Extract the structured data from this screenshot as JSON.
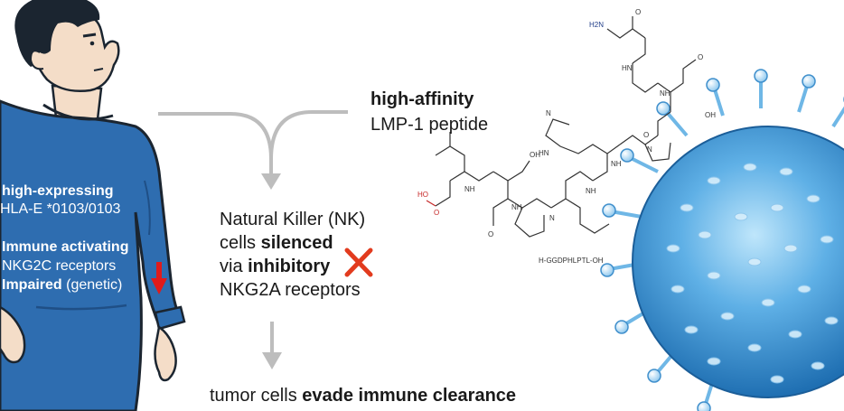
{
  "person": {
    "line1_bold": "high-expressing",
    "line2": "HLA-E *0103/0103",
    "line3_bold": "Immune activating",
    "line4": "NKG2C receptors",
    "line5_bold": "Impaired",
    "line5_rest": " (genetic)"
  },
  "peptide": {
    "bold": "high-affinity",
    "name": "LMP-1 peptide",
    "sequence": "H-GGDPHLPTL-OH"
  },
  "nk": {
    "line1": "Natural Killer (NK)",
    "line2_pre": "cells ",
    "line2_bold": "silenced",
    "line3_pre": "via ",
    "line3_bold": "inhibitory",
    "line4": "NKG2A receptors"
  },
  "tumor": {
    "pre": "tumor cells ",
    "bold": "evade immune clearance"
  },
  "molecule_atoms": {
    "h2n": "H2N",
    "o": "O",
    "oh": "OH",
    "nh": "NH",
    "hn": "HN",
    "n": "N",
    "ho": "HO"
  },
  "colors": {
    "shirt": "#2e6db0",
    "shirt_dark": "#1f4f86",
    "skin": "#f4ddc8",
    "hair": "#1b2530",
    "arrow_gray": "#bdbdbd",
    "red_x": "#e23b1e",
    "red_arrow": "#e01b1b",
    "virus_body": "#3a8fd0",
    "virus_light": "#9fd3f2",
    "text": "#1a1a1a"
  }
}
